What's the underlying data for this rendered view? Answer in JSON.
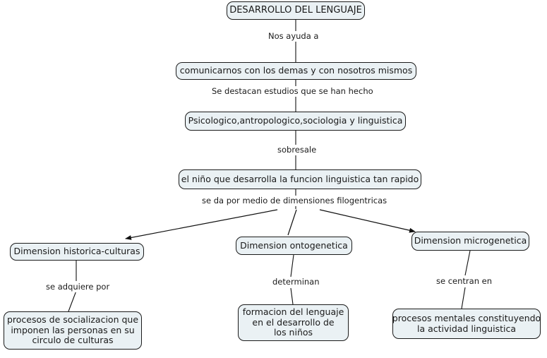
{
  "diagram": {
    "title": "DESARROLLO DEL LENGUAJE",
    "type": "concept-map",
    "background_color": "#ffffff",
    "node_fill_color": "#eaf1f4",
    "node_border_color": "#1b1b1b",
    "text_color": "#1a1a1a",
    "nodes": [
      {
        "id": "root",
        "label": "DESARROLLO DEL LENGUAJE"
      },
      {
        "id": "comunicarnos",
        "label": "comunicarnos con los demas y con nosotros mismos"
      },
      {
        "id": "disciplinas",
        "label": "Psicologico,antropologico,sociologia y linguistica"
      },
      {
        "id": "nino",
        "label": "el niño que desarrolla la funcion linguistica tan rapido"
      },
      {
        "id": "historica",
        "label": "Dimension historica-culturas"
      },
      {
        "id": "ontogenetica",
        "label": "Dimension ontogenetica"
      },
      {
        "id": "microgenetica",
        "label": "Dimension microgenetica"
      },
      {
        "id": "socializacion",
        "label": "procesos de socializacion que\nimponen las personas en su\ncirculo de culturas"
      },
      {
        "id": "formacion",
        "label": "formacion del lenguaje\nen el desarrollo de\nlos niños"
      },
      {
        "id": "mentales",
        "label": "procesos mentales constituyendo\nla actividad linguistica"
      }
    ],
    "edge_labels": [
      {
        "id": "l1",
        "label": "Nos ayuda a",
        "from": "root",
        "to": "comunicarnos"
      },
      {
        "id": "l2",
        "label": "Se destacan estudios que se han hecho",
        "from": "comunicarnos",
        "to": "disciplinas"
      },
      {
        "id": "l3",
        "label": "sobresale",
        "from": "disciplinas",
        "to": "nino"
      },
      {
        "id": "l4",
        "label": "se da por medio de dimensiones filogentricas",
        "from": "nino",
        "to": "dimensiones"
      },
      {
        "id": "l5",
        "label": "se adquiere por",
        "from": "historica",
        "to": "socializacion"
      },
      {
        "id": "l6",
        "label": "determinan",
        "from": "ontogenetica",
        "to": "formacion"
      },
      {
        "id": "l7",
        "label": "se centran en",
        "from": "microgenetica",
        "to": "mentales"
      }
    ]
  }
}
